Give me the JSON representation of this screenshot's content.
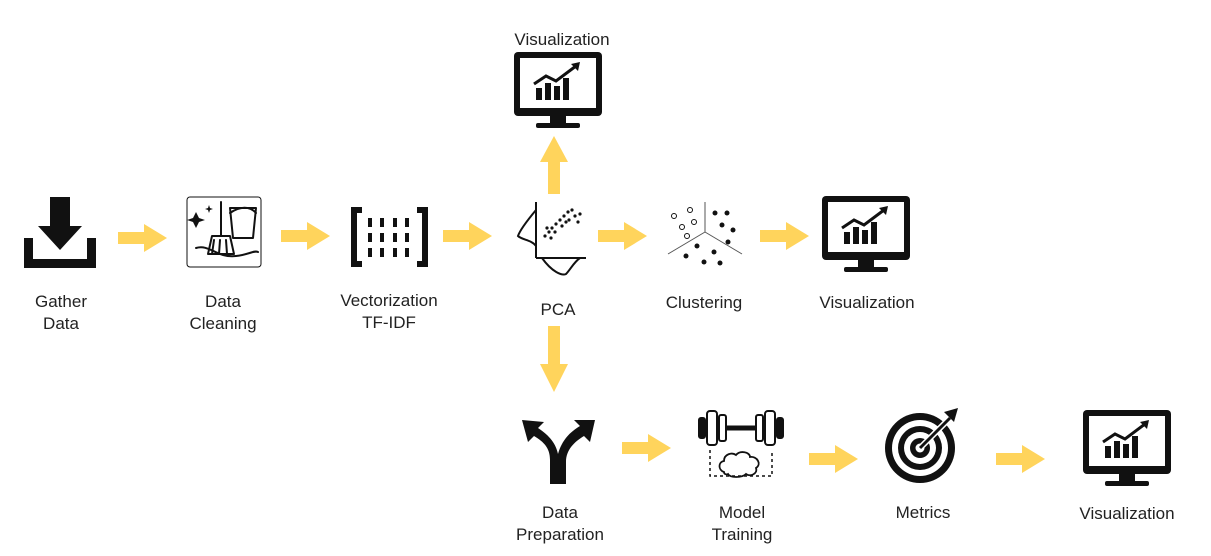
{
  "colors": {
    "arrow": "#FFD45C",
    "icon": "#111111",
    "background": "#FFFFFF"
  },
  "nodes": [
    {
      "id": "gather-data",
      "icon": "download-icon",
      "lines": [
        "Gather",
        "Data"
      ]
    },
    {
      "id": "data-cleaning",
      "icon": "cleaning-icon",
      "lines": [
        "Data",
        "Cleaning"
      ]
    },
    {
      "id": "vectorization",
      "icon": "matrix-icon",
      "lines": [
        "Vectorization",
        "TF-IDF"
      ]
    },
    {
      "id": "pca",
      "icon": "pca-icon",
      "lines": [
        "PCA"
      ]
    },
    {
      "id": "visualization-top",
      "icon": "monitor-chart-icon",
      "lines": [
        "Visualization"
      ]
    },
    {
      "id": "clustering",
      "icon": "clustering-icon",
      "lines": [
        "Clustering"
      ]
    },
    {
      "id": "visualization-mid",
      "icon": "monitor-chart-icon",
      "lines": [
        "Visualization"
      ]
    },
    {
      "id": "data-preparation",
      "icon": "fork-arrow-icon",
      "lines": [
        "Data",
        "Preparation"
      ]
    },
    {
      "id": "model-training",
      "icon": "dumbbell-brain-icon",
      "lines": [
        "Model",
        "Training"
      ]
    },
    {
      "id": "metrics",
      "icon": "target-icon",
      "lines": [
        "Metrics"
      ]
    },
    {
      "id": "visualization-bottom",
      "icon": "monitor-chart-icon",
      "lines": [
        "Visualization"
      ]
    }
  ],
  "edges": [
    {
      "from": "gather-data",
      "to": "data-cleaning"
    },
    {
      "from": "data-cleaning",
      "to": "vectorization"
    },
    {
      "from": "vectorization",
      "to": "pca"
    },
    {
      "from": "pca",
      "to": "visualization-top"
    },
    {
      "from": "pca",
      "to": "clustering"
    },
    {
      "from": "clustering",
      "to": "visualization-mid"
    },
    {
      "from": "pca",
      "to": "data-preparation"
    },
    {
      "from": "data-preparation",
      "to": "model-training"
    },
    {
      "from": "model-training",
      "to": "metrics"
    },
    {
      "from": "metrics",
      "to": "visualization-bottom"
    }
  ]
}
